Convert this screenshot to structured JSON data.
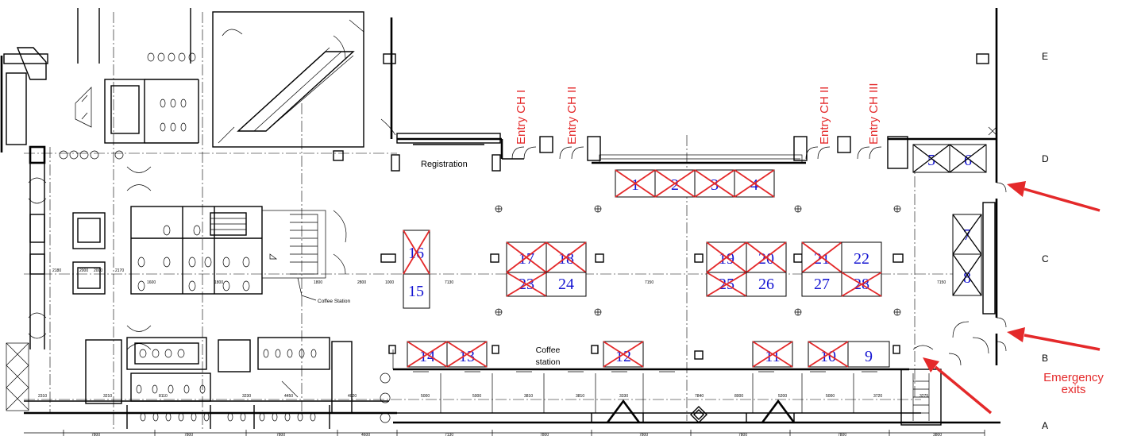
{
  "labels": {
    "registration": "Registration",
    "coffee_station_left": "Coffee Station",
    "coffee_station_center_line1": "Coffee",
    "coffee_station_center_line2": "station",
    "emergency_line1": "Emergency",
    "emergency_line2": "exits"
  },
  "entries": [
    "Entry CH I",
    "Entry CH II",
    "Entry CH II",
    "Entry CH III"
  ],
  "grid_rows": [
    "E",
    "D",
    "C",
    "B",
    "A"
  ],
  "booths": [
    {
      "num": "1",
      "status": "taken"
    },
    {
      "num": "2",
      "status": "taken"
    },
    {
      "num": "3",
      "status": "taken"
    },
    {
      "num": "4",
      "status": "taken"
    },
    {
      "num": "5",
      "status": "unavailable"
    },
    {
      "num": "6",
      "status": "unavailable"
    },
    {
      "num": "7",
      "status": "unavailable"
    },
    {
      "num": "8",
      "status": "unavailable"
    },
    {
      "num": "9",
      "status": "available"
    },
    {
      "num": "10",
      "status": "taken"
    },
    {
      "num": "11",
      "status": "taken"
    },
    {
      "num": "12",
      "status": "taken"
    },
    {
      "num": "13",
      "status": "taken"
    },
    {
      "num": "14",
      "status": "taken"
    },
    {
      "num": "15",
      "status": "available"
    },
    {
      "num": "16",
      "status": "taken"
    },
    {
      "num": "17",
      "status": "taken"
    },
    {
      "num": "18",
      "status": "taken"
    },
    {
      "num": "19",
      "status": "taken"
    },
    {
      "num": "20",
      "status": "taken"
    },
    {
      "num": "21",
      "status": "taken"
    },
    {
      "num": "22",
      "status": "available"
    },
    {
      "num": "23",
      "status": "taken"
    },
    {
      "num": "24",
      "status": "taken"
    },
    {
      "num": "25",
      "status": "taken"
    },
    {
      "num": "26",
      "status": "available"
    },
    {
      "num": "27",
      "status": "available"
    },
    {
      "num": "28",
      "status": "taken"
    }
  ],
  "dims": {
    "row_a": [
      "2310",
      "3210",
      "8110",
      "3230",
      "4450",
      "4020",
      "5000",
      "5000",
      "3810",
      "3810",
      "3330",
      "7840",
      "8000",
      "5200",
      "5000",
      "3720",
      "3275"
    ],
    "row_c": [
      "2180",
      "2000",
      "2000",
      "2170",
      "1600",
      "1800",
      "1800",
      "2800",
      "1000",
      "7130",
      "7150",
      "7150"
    ],
    "bottom": [
      "7800",
      "7800",
      "7800",
      "4600",
      "7130",
      "7800",
      "7800",
      "7800",
      "7800",
      "3800"
    ]
  },
  "colors": {
    "accent": "#e4292a",
    "booth_number": "#1414d2",
    "line": "#000000"
  }
}
